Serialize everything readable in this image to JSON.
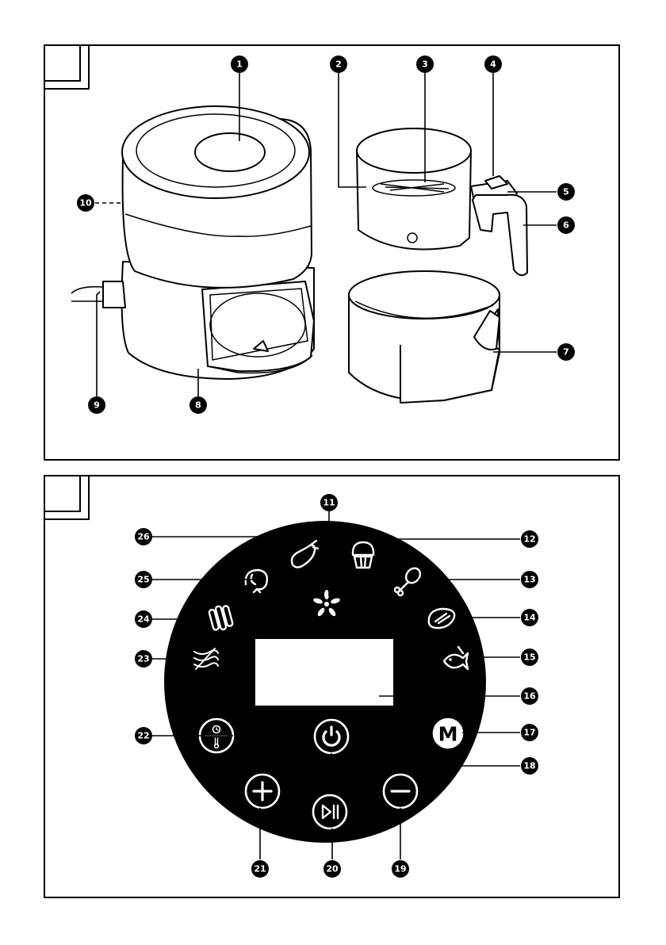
{
  "figure_a": {
    "number": "",
    "callouts": [
      {
        "n": "1",
        "part": "control panel"
      },
      {
        "n": "2",
        "part": "basket handle mark"
      },
      {
        "n": "3",
        "part": "grill insert"
      },
      {
        "n": "4",
        "part": "release button cover"
      },
      {
        "n": "5",
        "part": "release button"
      },
      {
        "n": "6",
        "part": "basket handle"
      },
      {
        "n": "7",
        "part": "frying pan"
      },
      {
        "n": "8",
        "part": "housing"
      },
      {
        "n": "9",
        "part": "power cord"
      },
      {
        "n": "10",
        "part": "air outlet"
      }
    ]
  },
  "figure_b": {
    "number": "",
    "callouts": [
      {
        "n": "11",
        "icon": "fan-icon"
      },
      {
        "n": "12",
        "icon": "muffin-icon"
      },
      {
        "n": "13",
        "icon": "drumstick-icon"
      },
      {
        "n": "14",
        "icon": "steak-icon"
      },
      {
        "n": "15",
        "icon": "fish-icon"
      },
      {
        "n": "16",
        "icon": "display"
      },
      {
        "n": "17",
        "icon": "menu-button"
      },
      {
        "n": "18",
        "icon": "power-button"
      },
      {
        "n": "19",
        "icon": "minus-button"
      },
      {
        "n": "20",
        "icon": "start-pause-button"
      },
      {
        "n": "21",
        "icon": "plus-button"
      },
      {
        "n": "22",
        "icon": "time-temperature-button"
      },
      {
        "n": "23",
        "icon": "bacon-icon"
      },
      {
        "n": "24",
        "icon": "fries-icon"
      },
      {
        "n": "25",
        "icon": "shrimp-icon"
      },
      {
        "n": "26",
        "icon": "vegetable-icon"
      }
    ],
    "menu_button_label": "M"
  }
}
